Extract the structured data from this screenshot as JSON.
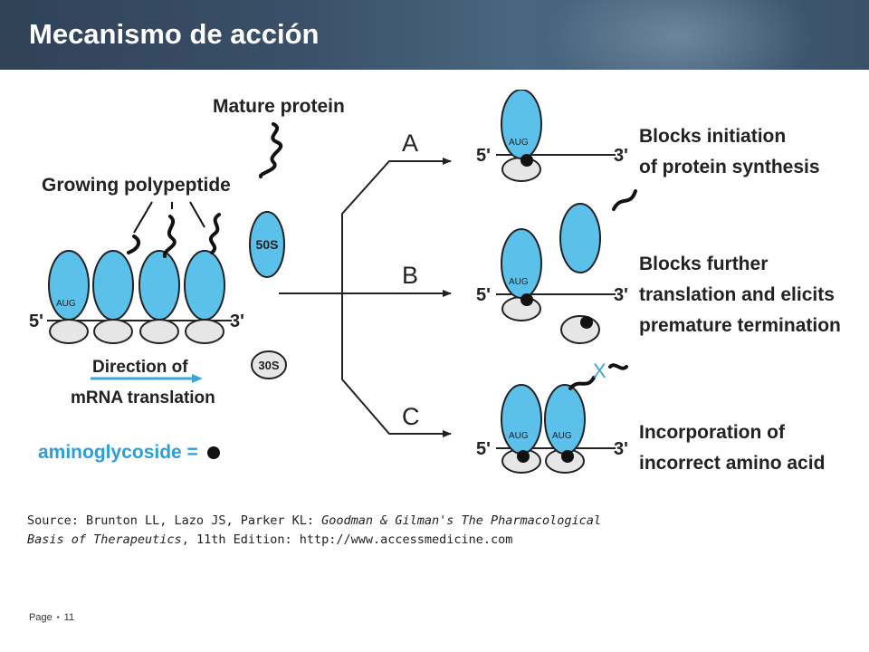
{
  "slide": {
    "title": "Mecanismo de acción",
    "footer_label": "Page",
    "footer_bullet": "▪",
    "page_number": "11"
  },
  "figure": {
    "mature_protein": "Mature protein",
    "growing_polypeptide": "Growing polypeptide",
    "label_50s": "50S",
    "label_30s": "30S",
    "aug": "AUG",
    "five_prime": "5'",
    "three_prime": "3'",
    "direction_line1": "Direction of",
    "direction_line2": "mRNA translation",
    "legend_text": "aminoglycoside =",
    "branch_a": "A",
    "branch_b": "B",
    "branch_c": "C",
    "x_mark": "X",
    "effect_a_line1": "Blocks initiation",
    "effect_a_line2": "of protein synthesis",
    "effect_b_line1": "Blocks further",
    "effect_b_line2": "translation and elicits",
    "effect_b_line3": "premature termination",
    "effect_c_line1": "Incorporation of",
    "effect_c_line2": "incorrect amino acid",
    "source_line1_prefix": "Source: Brunton LL, Lazo JS, Parker KL: ",
    "source_line1_italic": "Goodman & Gilman's The Pharmacological",
    "source_line2_italic": "Basis of Therapeutics",
    "source_line2_rest": ", 11th Edition: http://www.accessmedicine.com"
  },
  "colors": {
    "ribosome_large": "#5bc0ea",
    "ribosome_small": "#e6e6e6",
    "arrow_blue": "#3aa6dc",
    "legend_blue": "#2a9fd8",
    "header": "#3a5068"
  }
}
